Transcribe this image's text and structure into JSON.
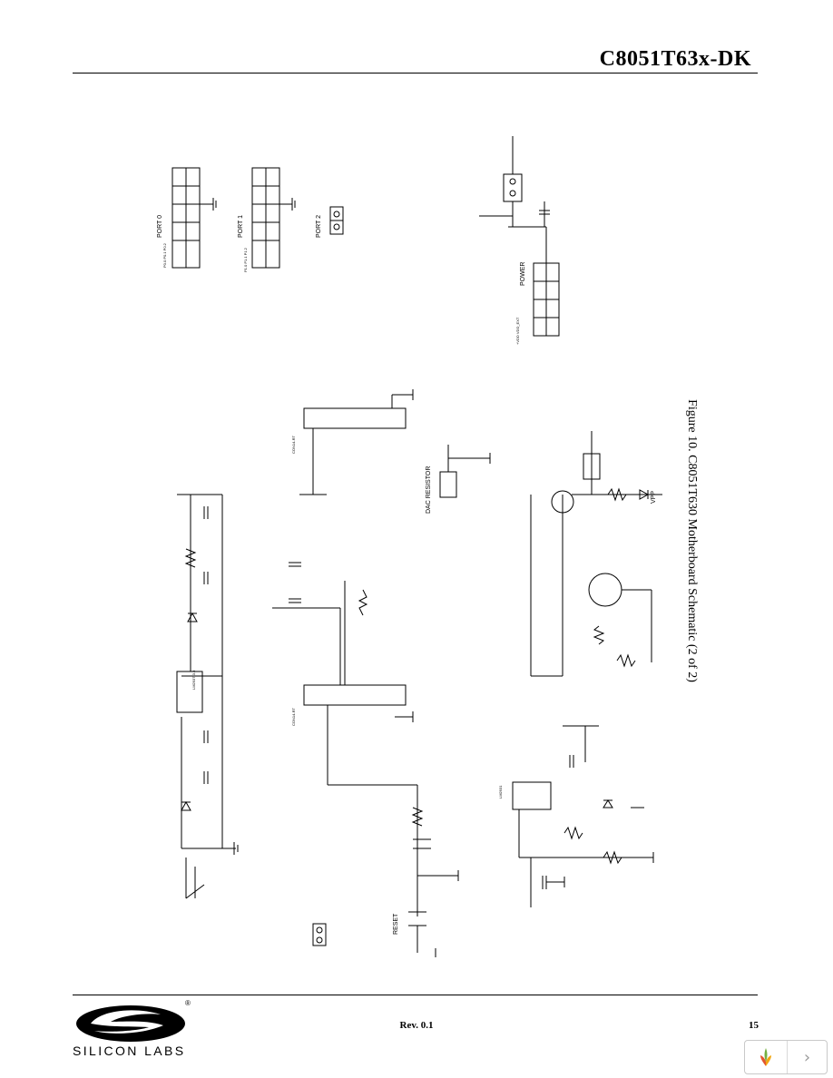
{
  "header": {
    "title": "C8051T63x-DK"
  },
  "figure": {
    "caption": "Figure 10. C8051T630 Motherboard Schematic (2 of 2)"
  },
  "schematic_labels": {
    "port0": "PORT 0",
    "port1": "PORT 1",
    "port2": "PORT 2",
    "power": "POWER",
    "dac_resistor": "DAC RESISTOR",
    "reset": "RESET",
    "vpp": "VPP"
  },
  "footer": {
    "revision": "Rev. 0.1",
    "page_number": "15"
  },
  "logo": {
    "text": "SILICON LABS",
    "mark": "®"
  }
}
